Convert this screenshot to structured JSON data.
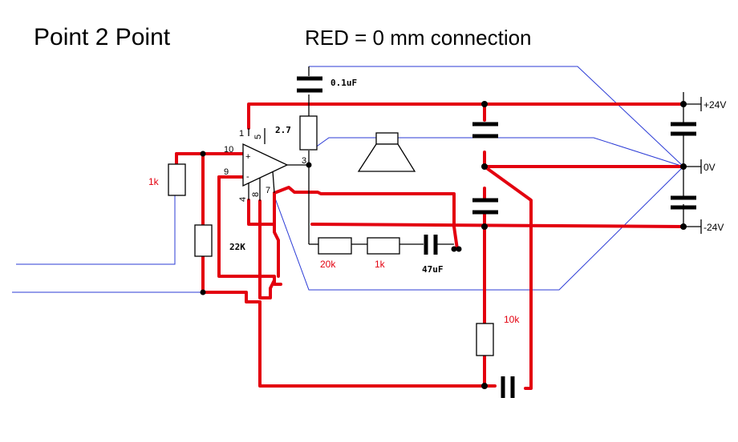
{
  "title": "Point 2 Point",
  "subtitle": "RED = 0 mm connection",
  "colors": {
    "red_wire": "#e3000f",
    "blue_wire": "#2b3bd6",
    "component": "#000000"
  },
  "components": {
    "cap_top": "0.1uF",
    "res_output": "2.7",
    "res_input": "1k",
    "res_feedback": "22K",
    "res_20k": "20k",
    "res_1k_mid": "1k",
    "cap_47": "47uF",
    "res_10k": "10k"
  },
  "pins": {
    "p1": "1",
    "p5": "5",
    "p10": "10",
    "p9": "9",
    "p3": "3",
    "p4": "4",
    "p8": "8",
    "p7": "7"
  },
  "opamp_signs": {
    "plus": "+",
    "minus": "-"
  },
  "rails": {
    "pos": "+24V",
    "zero": "0V",
    "neg": "-24V"
  }
}
